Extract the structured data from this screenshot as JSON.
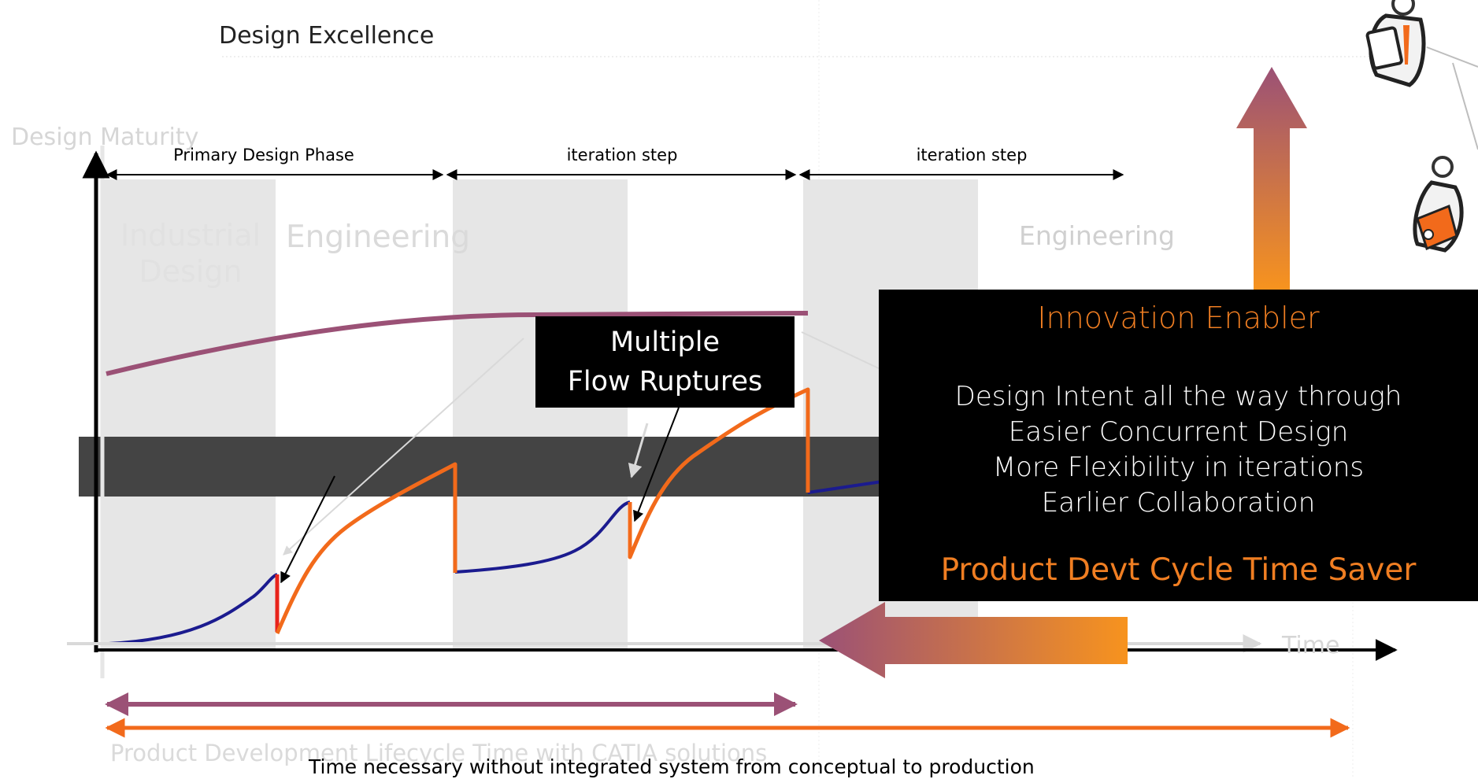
{
  "header": {
    "title": "Design Excellence"
  },
  "axes": {
    "y_label": "Design Maturity",
    "x_label": "Time"
  },
  "phases": {
    "primary": "Primary Design Phase",
    "iteration_1": "iteration step",
    "iteration_2": "iteration step"
  },
  "bands": {
    "industrial_design": "Industrial Design",
    "engineering_1": "Engineering",
    "engineering_2": "Engineering"
  },
  "callout": {
    "line1": "Multiple",
    "line2": "Flow Ruptures"
  },
  "info_box": {
    "title": "Innovation Enabler",
    "benefits": [
      "Design Intent all the way through",
      "Easier Concurrent Design",
      "More Flexibility in iterations",
      "Earlier Collaboration"
    ],
    "footer": "Product Devt  Cycle Time Saver"
  },
  "footer": {
    "catia_caption": "Product Development Lifecycle Time with CATIA solutions",
    "without_caption": "Time necessary without integrated system from conceptual to production"
  },
  "colors": {
    "purple": "#9b5176",
    "orange": "#f07e22",
    "navy": "#1b1b8f",
    "red": "#e8231b",
    "dark_band": "#444444",
    "panel": "#000000",
    "grey_band": "#e6e6e6"
  }
}
